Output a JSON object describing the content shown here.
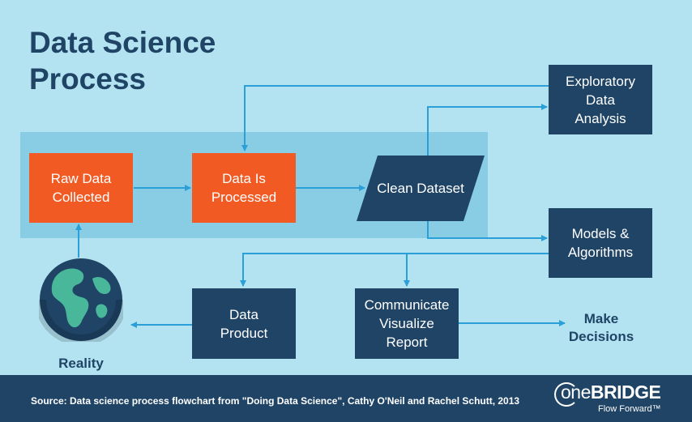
{
  "title_line1": "Data Science",
  "title_line2": "Process",
  "nodes": {
    "raw_data": "Raw Data Collected",
    "processed": "Data Is Processed",
    "clean_dataset": "Clean Dataset",
    "exploratory": "Exploratory Data Analysis",
    "models": "Models & Algorithms",
    "data_product": "Data Product",
    "communicate": "Communicate Visualize Report"
  },
  "reality_label": "Reality",
  "decisions_label": "Make Decisions",
  "source_text": "Source: Data science process flowchart from \"Doing Data Science\", Cathy O'Neil and Rachel Schutt, 2013",
  "logo": {
    "name_part1": "one",
    "name_part2": "BRIDGE",
    "tagline": "Flow Forward™"
  },
  "colors": {
    "background": "#b3e3f1",
    "band": "#89cde4",
    "orange": "#f25a24",
    "navy": "#1f4466",
    "arrow": "#2b9fd8"
  },
  "icons": [
    "globe-icon",
    "logo-icon"
  ]
}
